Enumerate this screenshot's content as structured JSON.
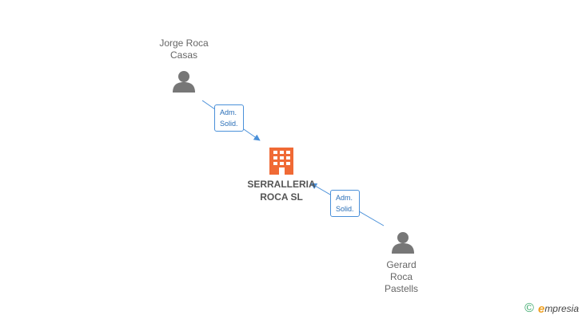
{
  "people": [
    {
      "name_line1": "Jorge Roca",
      "name_line2": "Casas",
      "name_line3": ""
    },
    {
      "name_line1": "Gerard",
      "name_line2": "Roca",
      "name_line3": "Pastells"
    }
  ],
  "company": {
    "name_line1": "SERRALLERIA",
    "name_line2": "ROCA SL"
  },
  "relations": [
    {
      "line1": "Adm.",
      "line2": "Solid."
    },
    {
      "line1": "Adm.",
      "line2": "Solid."
    }
  ],
  "watermark": {
    "copyright": "©",
    "brand_initial": "e",
    "brand_rest": "mpresia"
  },
  "colors": {
    "person_icon": "#777777",
    "company_icon": "#f06a35",
    "edge": "#4a90d9",
    "edge_label": "#2a6fb8"
  },
  "icons": {
    "person": "person-icon",
    "company": "building-icon"
  }
}
